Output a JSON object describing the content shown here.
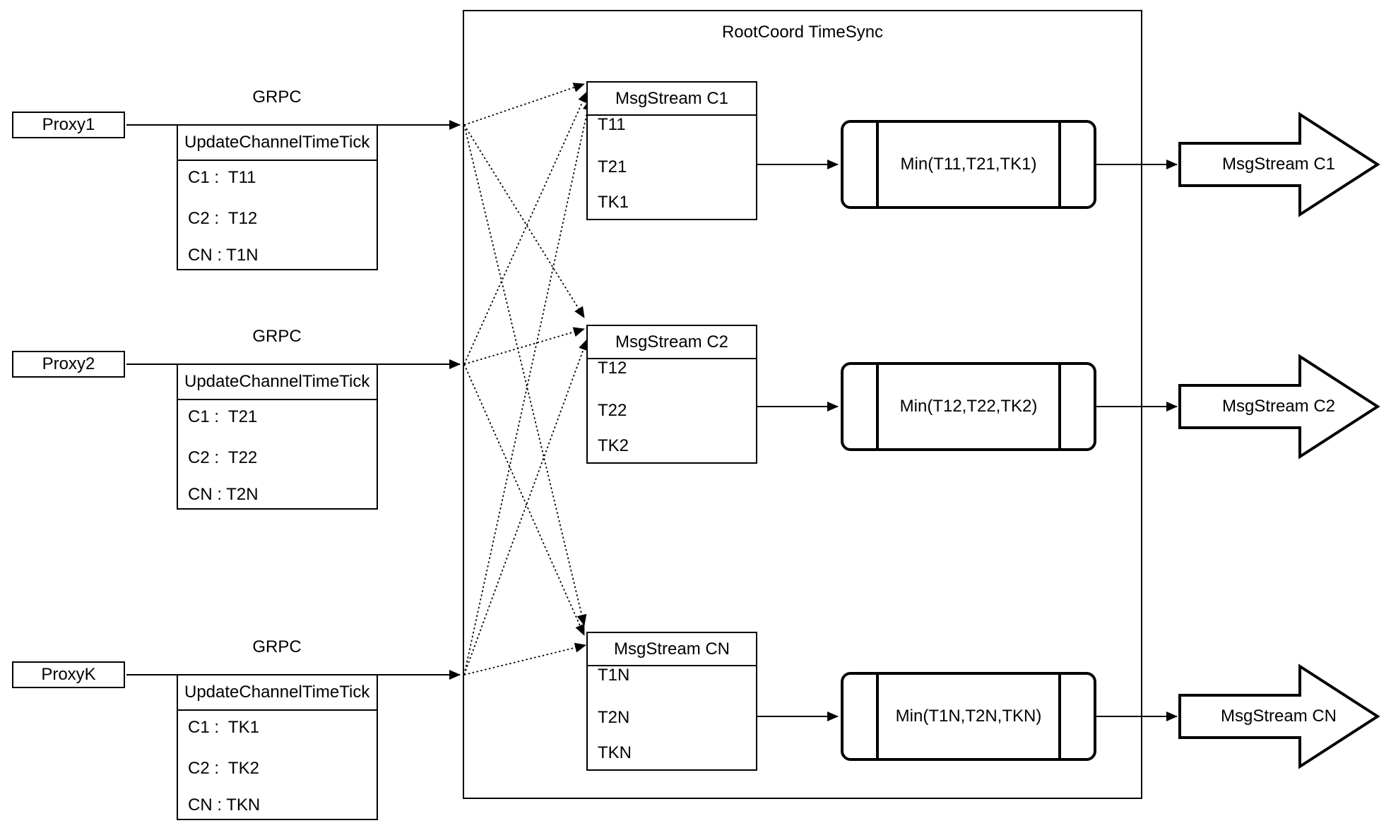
{
  "diagram": {
    "title": "RootCoord TimeSync",
    "colors": {
      "stroke": "#000000",
      "background": "#ffffff"
    },
    "proxies": [
      {
        "name": "Proxy1",
        "protocol": "GRPC",
        "message": "UpdateChannelTimeTick",
        "rows": [
          "C1 :  T11",
          "C2 :  T12",
          "CN : T1N"
        ]
      },
      {
        "name": "Proxy2",
        "protocol": "GRPC",
        "message": "UpdateChannelTimeTick",
        "rows": [
          "C1 :  T21",
          "C2 :  T22",
          "CN : T2N"
        ]
      },
      {
        "name": "ProxyK",
        "protocol": "GRPC",
        "message": "UpdateChannelTimeTick",
        "rows": [
          "C1 :  TK1",
          "C2 :  TK2",
          "CN : TKN"
        ]
      }
    ],
    "streams": [
      {
        "header": "MsgStream C1",
        "ticks": [
          "T11",
          "T21",
          "TK1"
        ],
        "min": "Min(T11,T21,TK1)",
        "output": "MsgStream C1"
      },
      {
        "header": "MsgStream C2",
        "ticks": [
          "T12",
          "T22",
          "TK2"
        ],
        "min": "Min(T12,T22,TK2)",
        "output": "MsgStream C2"
      },
      {
        "header": "MsgStream CN",
        "ticks": [
          "T1N",
          "T2N",
          "TKN"
        ],
        "min": "Min(T1N,T2N,TKN)",
        "output": "MsgStream CN"
      }
    ]
  }
}
